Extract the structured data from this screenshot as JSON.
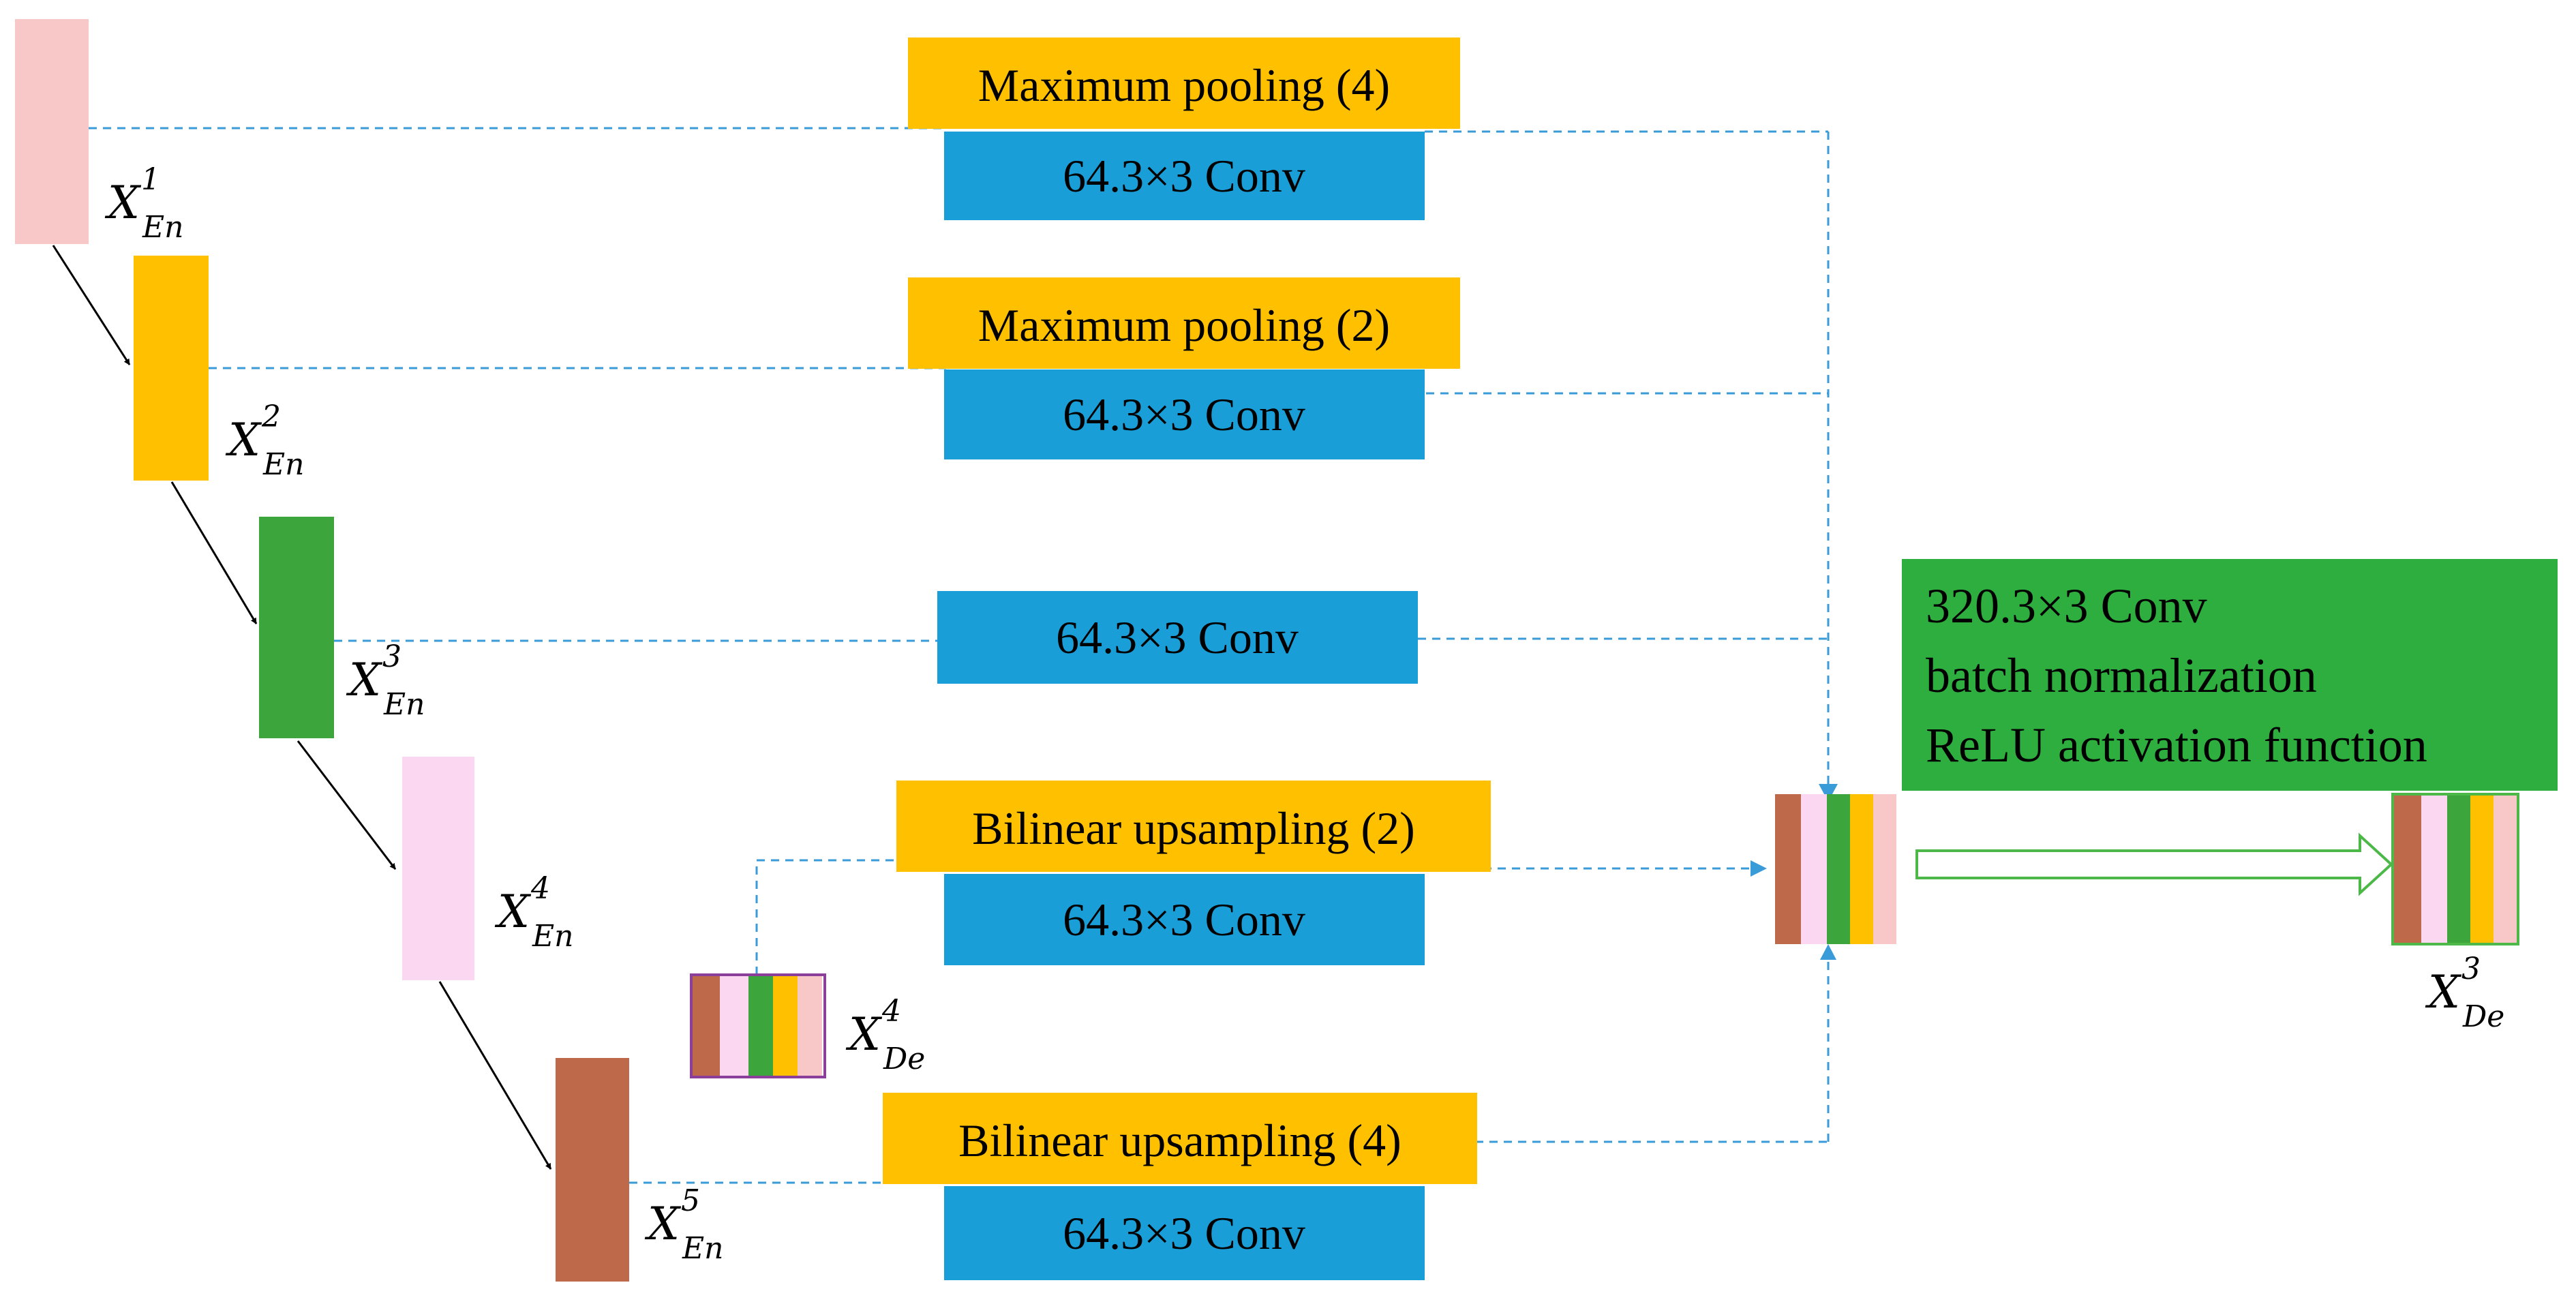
{
  "colors": {
    "pink": "#F8C8C8",
    "yellow": "#FFC000",
    "green": "#3CA63C",
    "light_pink": "#FCD7F2",
    "brown": "#BE6A4A",
    "blue": "#199ED8",
    "bright_green": "#2EAE3E",
    "arrow_green": "#4CB848",
    "dash_blue": "#3A9BD9",
    "purple": "#8B3F9A"
  },
  "ops": {
    "maxpool4": "Maximum pooling (4)",
    "conv1": "64.3×3 Conv",
    "maxpool2": "Maximum pooling (2)",
    "conv2": "64.3×3 Conv",
    "conv3": "64.3×3 Conv",
    "bilinear2": "Bilinear upsampling (2)",
    "conv4": "64.3×3 Conv",
    "bilinear4": "Bilinear upsampling (4)",
    "conv5": "64.3×3 Conv"
  },
  "summary_box": {
    "line1": "320.3×3 Conv",
    "line2": "batch normalization",
    "line3": "ReLU activation function"
  },
  "labels": {
    "en1": {
      "base": "X",
      "sup": "1",
      "sub": "En"
    },
    "en2": {
      "base": "X",
      "sup": "2",
      "sub": "En"
    },
    "en3": {
      "base": "X",
      "sup": "3",
      "sub": "En"
    },
    "en4": {
      "base": "X",
      "sup": "4",
      "sub": "En"
    },
    "en5": {
      "base": "X",
      "sup": "5",
      "sub": "En"
    },
    "de4": {
      "base": "X",
      "sup": "4",
      "sub": "De"
    },
    "de3": {
      "base": "X",
      "sup": "3",
      "sub": "De"
    }
  }
}
